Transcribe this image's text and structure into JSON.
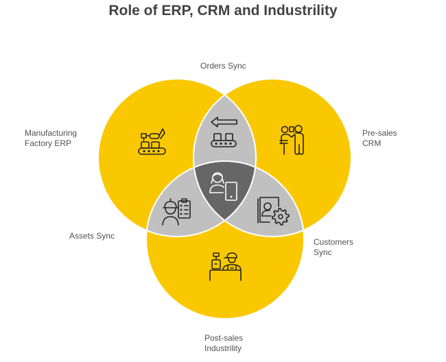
{
  "title": "Role of ERP, CRM and Industrility",
  "colors": {
    "circle": "#fac800",
    "pair_overlap": "#c0c0c0",
    "center_overlap": "#666666",
    "outline": "#ffffff",
    "icon_dark": "#222222",
    "icon_light": "#ffffff"
  },
  "sets": [
    {
      "id": "erp",
      "label_lines": [
        "Manufacturing",
        "Factory ERP"
      ],
      "icon": "robot-arm-conveyor-icon"
    },
    {
      "id": "crm",
      "label_lines": [
        "Pre-sales",
        "CRM"
      ],
      "icon": "presenter-client-icon"
    },
    {
      "id": "industrility",
      "label_lines": [
        "Post-sales",
        "Industrility"
      ],
      "icon": "cashier-counter-icon"
    }
  ],
  "overlaps": [
    {
      "between": [
        "erp",
        "crm"
      ],
      "label_lines": [
        "Orders Sync"
      ],
      "icon": "conveyor-arrow-icon"
    },
    {
      "between": [
        "erp",
        "industrility"
      ],
      "label_lines": [
        "Assets Sync"
      ],
      "icon": "worker-checklist-icon"
    },
    {
      "between": [
        "crm",
        "industrility"
      ],
      "label_lines": [
        "Customers",
        "Sync"
      ],
      "icon": "contact-settings-icon"
    },
    {
      "between": [
        "erp",
        "crm",
        "industrility"
      ],
      "icon": "user-tablet-icon"
    }
  ]
}
